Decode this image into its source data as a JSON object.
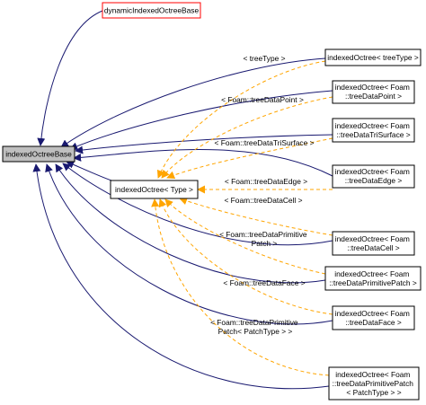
{
  "colors": {
    "background": "#ffffff",
    "node_fill": "#ffffff",
    "node_border": "#000000",
    "root_fill": "#bfbfbf",
    "undocumented_border": "#ff0000",
    "inheritance_edge": "#191970",
    "template_edge": "#ffa500",
    "text": "#000000"
  },
  "nodes": {
    "dynamic": {
      "lines": [
        "dynamicIndexedOctreeBase"
      ]
    },
    "base": {
      "lines": [
        "indexedOctreeBase"
      ]
    },
    "template": {
      "lines": [
        "indexedOctree< Type >"
      ]
    },
    "treeType": {
      "lines": [
        "indexedOctree< treeType >"
      ]
    },
    "point": {
      "lines": [
        "indexedOctree< Foam",
        "::treeDataPoint >"
      ]
    },
    "triSurface": {
      "lines": [
        "indexedOctree< Foam",
        "::treeDataTriSurface >"
      ]
    },
    "edge": {
      "lines": [
        "indexedOctree< Foam",
        "::treeDataEdge >"
      ]
    },
    "cell": {
      "lines": [
        "indexedOctree< Foam",
        "::treeDataCell >"
      ]
    },
    "primitivePatch": {
      "lines": [
        "indexedOctree< Foam",
        "::treeDataPrimitivePatch >"
      ]
    },
    "face": {
      "lines": [
        "indexedOctree< Foam",
        "::treeDataFace >"
      ]
    },
    "primitivePatchT": {
      "lines": [
        "indexedOctree< Foam",
        "::treeDataPrimitivePatch",
        "< PatchType > >"
      ]
    }
  },
  "edge_labels": {
    "treeType": [
      "< treeType >"
    ],
    "point": [
      "< Foam::treeDataPoint >"
    ],
    "triSurface": [
      "< Foam::treeDataTriSurface >"
    ],
    "edge": [
      "< Foam::treeDataEdge >"
    ],
    "cell": [
      "< Foam::treeDataCell >"
    ],
    "primitivePatch": [
      "< Foam::treeDataPrimitive",
      "Patch >"
    ],
    "face": [
      "< Foam::treeDataFace >"
    ],
    "primitivePatchT": [
      "< Foam::treeDataPrimitive",
      "Patch< PatchType > >"
    ]
  }
}
